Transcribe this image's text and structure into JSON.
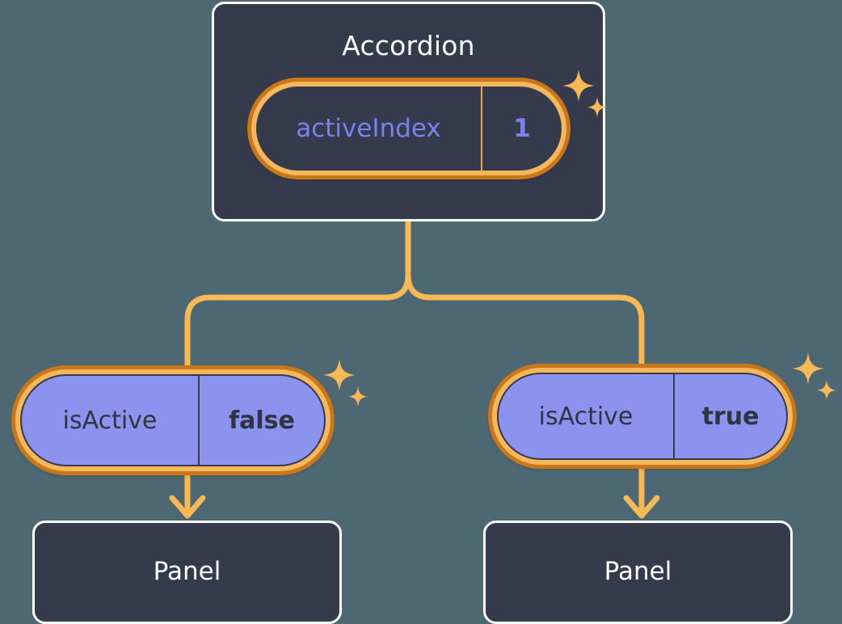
{
  "background_color": "#4d6873",
  "palette": {
    "card_fill": "#353b4c",
    "card_border": "#ffffff",
    "pill_ring_outer": "#c97718",
    "pill_ring_inner": "#f5b75c",
    "pill_bool_fill": "#8b93ef",
    "connector": "#f7b955",
    "prop_name_text": "#7b80ef",
    "bool_text": "#2e3440",
    "sparkle": "#f7b955"
  },
  "diagram": {
    "type": "component-tree",
    "root": {
      "title": "Accordion",
      "prop": {
        "name": "activeIndex",
        "value": "1"
      }
    },
    "children": [
      {
        "prop": {
          "name": "isActive",
          "value": "false"
        },
        "panel_title": "Panel"
      },
      {
        "prop": {
          "name": "isActive",
          "value": "true"
        },
        "panel_title": "Panel"
      }
    ]
  },
  "icons": {
    "sparkle_large": "sparkle-4-point-large",
    "sparkle_small": "sparkle-4-point-small"
  }
}
